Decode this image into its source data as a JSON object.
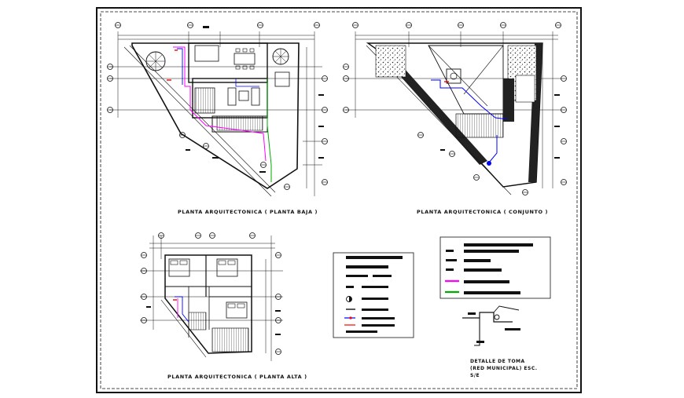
{
  "captions": {
    "ground_floor": "PLANTA ARQUITECTONICA ( PLANTA BAJA )",
    "roof": "PLANTA ARQUITECTONICA ( CONJUNTO )",
    "upper_floor": "PLANTA ARQUITECTONICA ( PLANTA ALTA )"
  },
  "detail_note": {
    "line1": "DETALLE DE TOMA",
    "line2": "(RED MUNICIPAL) ESC.",
    "line3": "S/E"
  },
  "colors": {
    "paper": "#ffffff",
    "linework": "#111111",
    "water_pipe": "#0000ff",
    "gas_pipe": "#ff00ff",
    "drain_pipe": "#00aa00",
    "fixture_red": "#ff0000"
  },
  "icons": [
    "axis-marker-icon",
    "tree-icon",
    "bed-icon",
    "dining-table-icon",
    "sofa-icon",
    "water-meter-icon"
  ]
}
